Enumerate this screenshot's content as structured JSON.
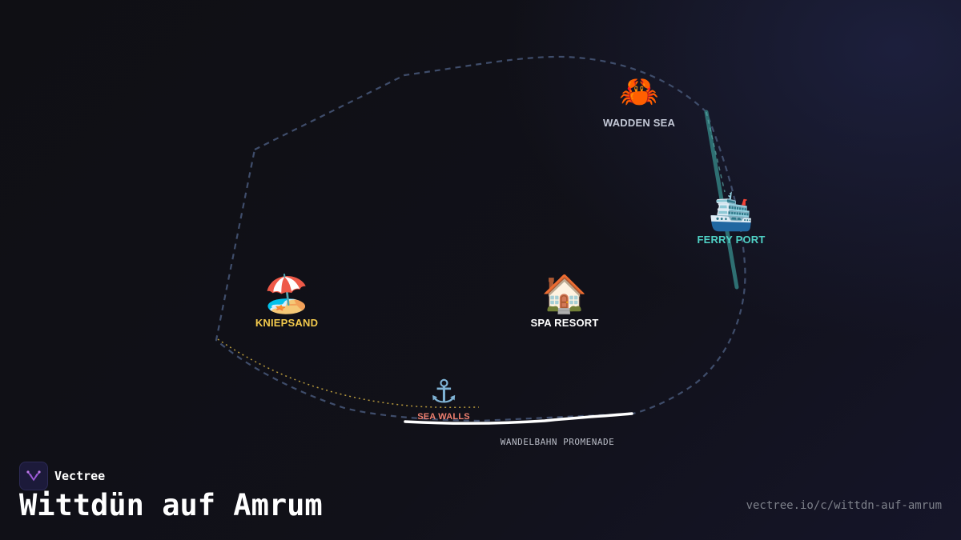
{
  "map": {
    "colors": {
      "background": "#0f0f14",
      "boundary": "#3f4d6b",
      "beach_path": "#b89a3c",
      "ferry_line": "#2e6f72",
      "promenade": "#ffffff"
    },
    "pois": [
      {
        "id": "wadden-sea",
        "icon": "crab-icon",
        "emoji": "🦀",
        "label": "WADDEN SEA",
        "color": "#c3c8d6"
      },
      {
        "id": "ferry-port",
        "icon": "ship-icon",
        "emoji": "🛳️",
        "label": "FERRY PORT",
        "color": "#4fd1c5"
      },
      {
        "id": "kniepsand",
        "icon": "beach-umbrella-icon",
        "emoji": "🏖️",
        "label": "KNIEPSAND",
        "color": "#f2c94c"
      },
      {
        "id": "spa-resort",
        "icon": "house-icon",
        "emoji": "🏠",
        "label": "SPA RESORT",
        "color": "#ffffff"
      },
      {
        "id": "sea-walls",
        "icon": "anchor-icon",
        "emoji": "⚓",
        "label": "SEA WALLS",
        "color": "#f08070"
      }
    ],
    "road_labels": [
      {
        "id": "wandelbahn-promenade",
        "label": "WANDELBAHN PROMENADE"
      }
    ]
  },
  "footer": {
    "brand_name": "Vectree",
    "title": "Wittdün auf Amrum",
    "url": "vectree.io/c/wittdn-auf-amrum"
  }
}
